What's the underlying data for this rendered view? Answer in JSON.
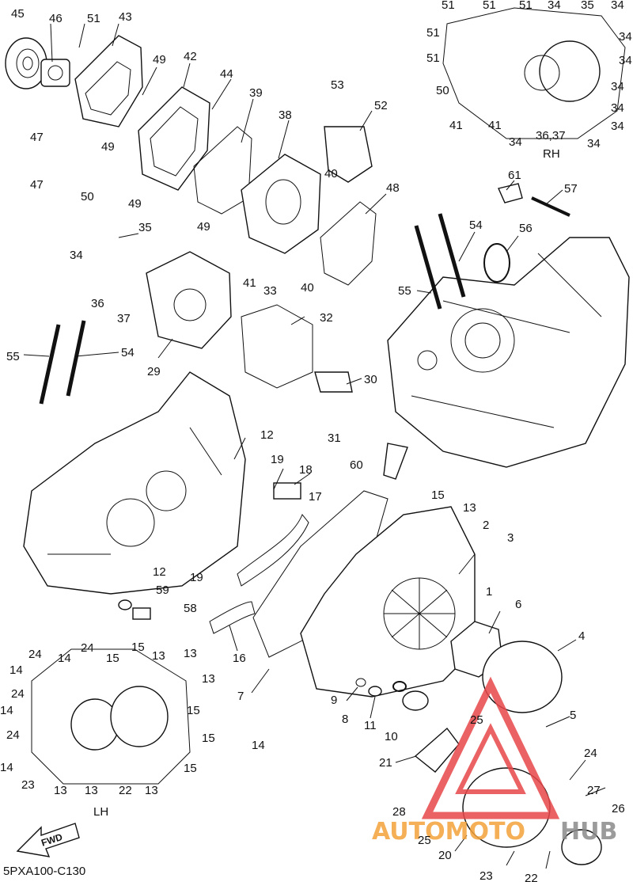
{
  "diagram": {
    "code": "5PXA100-C130",
    "rh_label": "RH",
    "lh_label": "LH",
    "fwd_label": "FWD",
    "watermark": {
      "part1": "AUTOMOTO",
      "part2": "HUB",
      "color_red": "#e8474a",
      "color_orange": "#f3a23a",
      "color_grey": "#8a8a8a"
    },
    "callouts": [
      {
        "id": "c45",
        "text": "45"
      },
      {
        "id": "c46",
        "text": "46"
      },
      {
        "id": "c51a",
        "text": "51"
      },
      {
        "id": "c43",
        "text": "43"
      },
      {
        "id": "c49a",
        "text": "49"
      },
      {
        "id": "c42",
        "text": "42"
      },
      {
        "id": "c44",
        "text": "44"
      },
      {
        "id": "c47a",
        "text": "47"
      },
      {
        "id": "c49b",
        "text": "49"
      },
      {
        "id": "c47b",
        "text": "47"
      },
      {
        "id": "c50a",
        "text": "50"
      },
      {
        "id": "c49c",
        "text": "49"
      },
      {
        "id": "c39",
        "text": "39"
      },
      {
        "id": "c38",
        "text": "38"
      },
      {
        "id": "c49d",
        "text": "49"
      },
      {
        "id": "c53",
        "text": "53"
      },
      {
        "id": "c52",
        "text": "52"
      },
      {
        "id": "c40a",
        "text": "40"
      },
      {
        "id": "c48",
        "text": "48"
      },
      {
        "id": "c35a",
        "text": "35"
      },
      {
        "id": "c34a",
        "text": "34"
      },
      {
        "id": "c36",
        "text": "36"
      },
      {
        "id": "c37",
        "text": "37"
      },
      {
        "id": "c41a",
        "text": "41"
      },
      {
        "id": "c33",
        "text": "33"
      },
      {
        "id": "c40b",
        "text": "40"
      },
      {
        "id": "c32",
        "text": "32"
      },
      {
        "id": "c55a",
        "text": "55"
      },
      {
        "id": "c54a",
        "text": "54"
      },
      {
        "id": "c29",
        "text": "29"
      },
      {
        "id": "c30",
        "text": "30"
      },
      {
        "id": "c31",
        "text": "31"
      },
      {
        "id": "c61",
        "text": "61"
      },
      {
        "id": "c57",
        "text": "57"
      },
      {
        "id": "c54b",
        "text": "54"
      },
      {
        "id": "c56",
        "text": "56"
      },
      {
        "id": "c55b",
        "text": "55"
      },
      {
        "id": "c12a",
        "text": "12"
      },
      {
        "id": "c19a",
        "text": "19"
      },
      {
        "id": "c18",
        "text": "18"
      },
      {
        "id": "c60",
        "text": "60"
      },
      {
        "id": "c15a",
        "text": "15"
      },
      {
        "id": "c17",
        "text": "17"
      },
      {
        "id": "c13a",
        "text": "13"
      },
      {
        "id": "c2",
        "text": "2"
      },
      {
        "id": "c3",
        "text": "3"
      },
      {
        "id": "c12b",
        "text": "12"
      },
      {
        "id": "c19b",
        "text": "19"
      },
      {
        "id": "c59",
        "text": "59"
      },
      {
        "id": "c58",
        "text": "58"
      },
      {
        "id": "c1",
        "text": "1"
      },
      {
        "id": "c6",
        "text": "6"
      },
      {
        "id": "c4",
        "text": "4"
      },
      {
        "id": "c16",
        "text": "16"
      },
      {
        "id": "c7",
        "text": "7"
      },
      {
        "id": "c9",
        "text": "9"
      },
      {
        "id": "c8",
        "text": "8"
      },
      {
        "id": "c11",
        "text": "11"
      },
      {
        "id": "c10",
        "text": "10"
      },
      {
        "id": "c14a",
        "text": "14"
      },
      {
        "id": "c5",
        "text": "5"
      },
      {
        "id": "c25a",
        "text": "25"
      },
      {
        "id": "c24a",
        "text": "24"
      },
      {
        "id": "c21",
        "text": "21"
      },
      {
        "id": "c27",
        "text": "27"
      },
      {
        "id": "c28",
        "text": "28"
      },
      {
        "id": "c26",
        "text": "26"
      },
      {
        "id": "c25b",
        "text": "25"
      },
      {
        "id": "c20",
        "text": "20"
      },
      {
        "id": "c23a",
        "text": "23"
      },
      {
        "id": "c22a",
        "text": "22"
      },
      {
        "id": "rh51a",
        "text": "51"
      },
      {
        "id": "rh51b",
        "text": "51"
      },
      {
        "id": "rh51c",
        "text": "51"
      },
      {
        "id": "rh34a",
        "text": "34"
      },
      {
        "id": "rh35",
        "text": "35"
      },
      {
        "id": "rh34b",
        "text": "34"
      },
      {
        "id": "rh51d",
        "text": "51"
      },
      {
        "id": "rh34c",
        "text": "34"
      },
      {
        "id": "rh51e",
        "text": "51"
      },
      {
        "id": "rh34d",
        "text": "34"
      },
      {
        "id": "rh50",
        "text": "50"
      },
      {
        "id": "rh34e",
        "text": "34"
      },
      {
        "id": "rh34f",
        "text": "34"
      },
      {
        "id": "rh41a",
        "text": "41"
      },
      {
        "id": "rh41b",
        "text": "41"
      },
      {
        "id": "rh3637",
        "text": "36,37"
      },
      {
        "id": "rh34g",
        "text": "34"
      },
      {
        "id": "rh34h",
        "text": "34"
      },
      {
        "id": "rh34i",
        "text": "34"
      },
      {
        "id": "lh24a",
        "text": "24"
      },
      {
        "id": "lh14a",
        "text": "14"
      },
      {
        "id": "lh24b",
        "text": "24"
      },
      {
        "id": "lh15a",
        "text": "15"
      },
      {
        "id": "lh15b",
        "text": "15"
      },
      {
        "id": "lh13a",
        "text": "13"
      },
      {
        "id": "lh13b",
        "text": "13"
      },
      {
        "id": "lh14b",
        "text": "14"
      },
      {
        "id": "lh13c",
        "text": "13"
      },
      {
        "id": "lh24c",
        "text": "24"
      },
      {
        "id": "lh14c",
        "text": "14"
      },
      {
        "id": "lh15c",
        "text": "15"
      },
      {
        "id": "lh24d",
        "text": "24"
      },
      {
        "id": "lh15d",
        "text": "15"
      },
      {
        "id": "lh14d",
        "text": "14"
      },
      {
        "id": "lh15e",
        "text": "15"
      },
      {
        "id": "lh23",
        "text": "23"
      },
      {
        "id": "lh13d",
        "text": "13"
      },
      {
        "id": "lh22",
        "text": "22"
      },
      {
        "id": "lh13e",
        "text": "13"
      },
      {
        "id": "lh13f",
        "text": "13"
      }
    ]
  }
}
